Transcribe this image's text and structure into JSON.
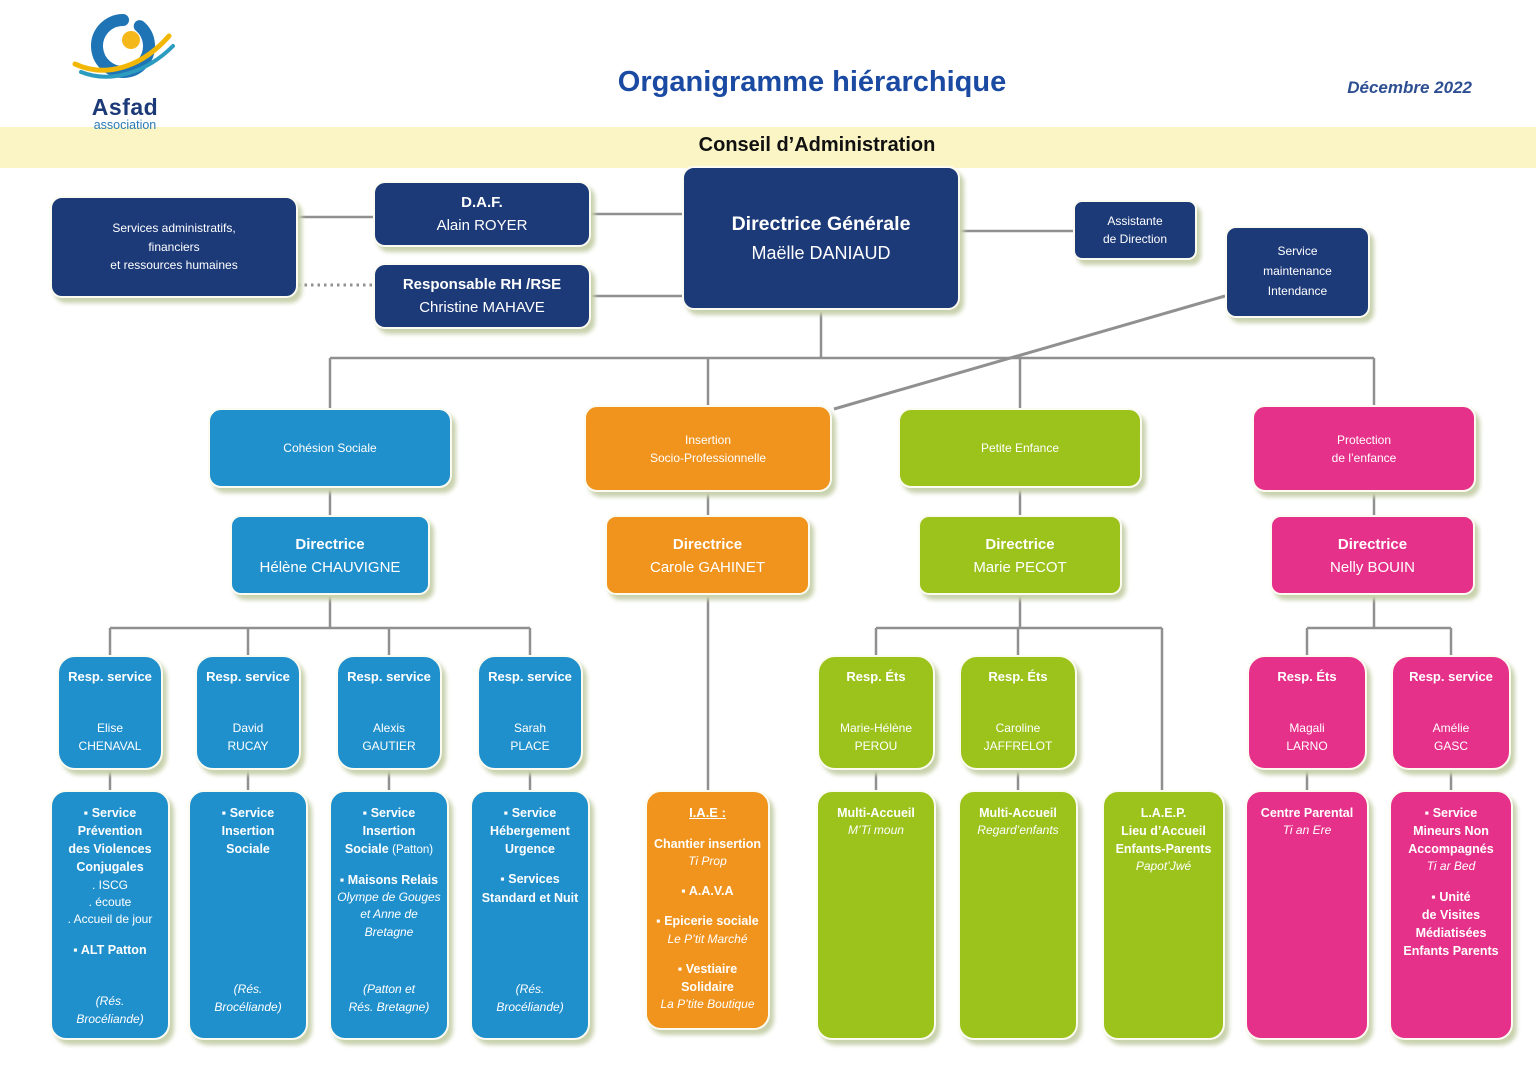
{
  "palette": {
    "navy": "#1c3a78",
    "blue": "#2090cd",
    "orange": "#f0941e",
    "green": "#9cc21c",
    "pink": "#e6318a",
    "band_yellow": "#fbf5c5",
    "title_blue": "#1b4aa2",
    "connector_gray": "#909090"
  },
  "header": {
    "logo_name": "Asfad",
    "logo_subtitle": "association",
    "title": "Organigramme hiérarchique",
    "date": "Décembre 2022",
    "board": "Conseil d’Administration"
  },
  "direction": {
    "admin_services": {
      "lines": [
        "Services administratifs,",
        "financiers",
        "et ressources humaines"
      ]
    },
    "daf": {
      "role": "D.A.F.",
      "name": "Alain ROYER"
    },
    "rh": {
      "role": "Responsable RH /RSE",
      "name": "Christine MAHAVE"
    },
    "dg": {
      "role": "Directrice Générale",
      "name": "Maëlle DANIAUD"
    },
    "assistant": {
      "lines": [
        "Assistante",
        "de Direction"
      ]
    },
    "maintenance": {
      "lines": [
        "Service",
        "maintenance",
        "Intendance"
      ]
    }
  },
  "branches": {
    "cohesion": {
      "title_lines": [
        "Cohésion Sociale"
      ],
      "director": {
        "role": "Directrice",
        "name": "Hélène CHAUVIGNE"
      },
      "managers": [
        {
          "role": "Resp. service",
          "name_lines": [
            "Elise",
            "CHENAVAL"
          ]
        },
        {
          "role": "Resp. service",
          "name_lines": [
            "David",
            "RUCAY"
          ]
        },
        {
          "role": "Resp. service",
          "name_lines": [
            "Alexis",
            "GAUTIER"
          ]
        },
        {
          "role": "Resp. service",
          "name_lines": [
            "Sarah",
            "PLACE"
          ]
        }
      ],
      "units": [
        {
          "lines": [
            {
              "t": "▪ Service",
              "s": "b"
            },
            {
              "t": "Prévention",
              "s": "b"
            },
            {
              "t": "des Violences",
              "s": "b"
            },
            {
              "t": "Conjugales",
              "s": "b"
            },
            {
              "t": ". ISCG",
              "s": "n"
            },
            {
              "t": ". écoute",
              "s": "n"
            },
            {
              "t": ". Accueil de jour",
              "s": "n"
            },
            {
              "t": "",
              "s": "g"
            },
            {
              "t": "▪ ALT Patton",
              "s": "b"
            },
            {
              "s": "grow"
            },
            {
              "t": "(Rés.",
              "s": "i"
            },
            {
              "t": "Brocéliande)",
              "s": "i"
            }
          ]
        },
        {
          "lines": [
            {
              "t": "▪ Service",
              "s": "b"
            },
            {
              "t": "Insertion",
              "s": "b"
            },
            {
              "t": "Sociale",
              "s": "b"
            },
            {
              "s": "grow"
            },
            {
              "t": "(Rés.",
              "s": "i"
            },
            {
              "t": "Brocéliande)",
              "s": "i"
            },
            {
              "t": "",
              "s": "g"
            }
          ]
        },
        {
          "lines": [
            {
              "t": "▪ Service",
              "s": "b"
            },
            {
              "t": "Insertion",
              "s": "b"
            },
            {
              "t": [
                [
                  "Sociale ",
                  "b"
                ],
                [
                  "(Patton)",
                  "n"
                ]
              ],
              "s": "b"
            },
            {
              "t": "",
              "s": "g"
            },
            {
              "t": "▪ Maisons Relais",
              "s": "b"
            },
            {
              "t": "Olympe de Gouges",
              "s": "i"
            },
            {
              "t": "et Anne de Bretagne",
              "s": "i"
            },
            {
              "s": "grow"
            },
            {
              "t": "(Patton et",
              "s": "i"
            },
            {
              "t": "Rés. Bretagne)",
              "s": "i"
            },
            {
              "t": "",
              "s": "g"
            }
          ]
        },
        {
          "lines": [
            {
              "t": "▪ Service",
              "s": "b"
            },
            {
              "t": "Hébergement",
              "s": "b"
            },
            {
              "t": "Urgence",
              "s": "b"
            },
            {
              "t": "",
              "s": "g"
            },
            {
              "t": "▪ Services",
              "s": "b"
            },
            {
              "t": "Standard et Nuit",
              "s": "b"
            },
            {
              "s": "grow"
            },
            {
              "t": "(Rés.",
              "s": "i"
            },
            {
              "t": "Brocéliande)",
              "s": "i"
            },
            {
              "t": "",
              "s": "g"
            }
          ]
        }
      ]
    },
    "insertion": {
      "title_lines": [
        "Insertion",
        "Socio-Professionnelle"
      ],
      "director": {
        "role": "Directrice",
        "name": "Carole GAHINET"
      },
      "managers": [],
      "units": [
        {
          "lines": [
            {
              "t": "I.A.E :",
              "s": "bu"
            },
            {
              "t": "",
              "s": "g"
            },
            {
              "t": "Chantier insertion",
              "s": "b"
            },
            {
              "t": "Ti Prop",
              "s": "i"
            },
            {
              "t": "",
              "s": "g"
            },
            {
              "t": "▪ A.A.V.A",
              "s": "b"
            },
            {
              "t": "",
              "s": "g"
            },
            {
              "t": "▪ Epicerie sociale",
              "s": "b"
            },
            {
              "t": "Le P’tit Marché",
              "s": "i"
            },
            {
              "t": "",
              "s": "g"
            },
            {
              "t": "▪ Vestiaire",
              "s": "b"
            },
            {
              "t": "Solidaire",
              "s": "b"
            },
            {
              "t": "La P’tite Boutique",
              "s": "i"
            }
          ]
        }
      ]
    },
    "petite_enfance": {
      "title_lines": [
        "Petite Enfance"
      ],
      "director": {
        "role": "Directrice",
        "name": "Marie PECOT"
      },
      "managers": [
        {
          "role": "Resp. Éts",
          "name_lines": [
            "Marie-Hélène",
            "PEROU"
          ]
        },
        {
          "role": "Resp. Éts",
          "name_lines": [
            "Caroline",
            "JAFFRELOT"
          ]
        }
      ],
      "units": [
        {
          "lines": [
            {
              "t": "Multi-Accueil",
              "s": "b"
            },
            {
              "t": "M’Ti moun",
              "s": "i"
            }
          ]
        },
        {
          "lines": [
            {
              "t": "Multi-Accueil",
              "s": "b"
            },
            {
              "t": "Regard’enfants",
              "s": "i"
            }
          ]
        },
        {
          "lines": [
            {
              "t": "L.A.E.P.",
              "s": "b"
            },
            {
              "t": "Lieu d’Accueil",
              "s": "b"
            },
            {
              "t": "Enfants-Parents",
              "s": "b"
            },
            {
              "t": "Papot’Jwé",
              "s": "i"
            }
          ]
        }
      ]
    },
    "protection": {
      "title_lines": [
        "Protection",
        "de l’enfance"
      ],
      "director": {
        "role": "Directrice",
        "name": "Nelly BOUIN"
      },
      "managers": [
        {
          "role": "Resp. Éts",
          "name_lines": [
            "Magali",
            "LARNO"
          ]
        },
        {
          "role": "Resp. service",
          "name_lines": [
            "Amélie",
            "GASC"
          ]
        }
      ],
      "units": [
        {
          "lines": [
            {
              "t": "Centre Parental",
              "s": "b"
            },
            {
              "t": "Ti an Ere",
              "s": "i"
            }
          ]
        },
        {
          "lines": [
            {
              "t": "▪ Service",
              "s": "b"
            },
            {
              "t": "Mineurs Non",
              "s": "b"
            },
            {
              "t": "Accompagnés",
              "s": "b"
            },
            {
              "t": "Ti ar Bed",
              "s": "i"
            },
            {
              "t": "",
              "s": "g"
            },
            {
              "t": "▪ Unité",
              "s": "b"
            },
            {
              "t": "de Visites",
              "s": "b"
            },
            {
              "t": "Médiatisées",
              "s": "b"
            },
            {
              "t": "Enfants Parents",
              "s": "b"
            }
          ]
        }
      ]
    }
  }
}
